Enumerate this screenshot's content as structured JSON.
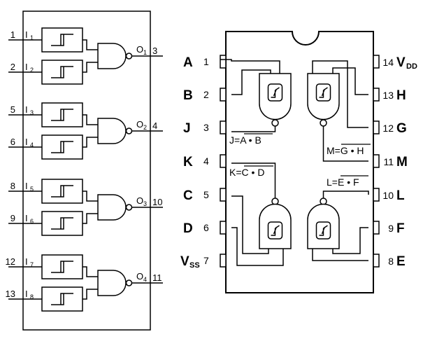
{
  "logic_diagram": {
    "gates": [
      {
        "in1_pin": "1",
        "in1_name": "I",
        "in1_sub": "1",
        "in2_pin": "2",
        "in2_name": "I",
        "in2_sub": "2",
        "out_name": "O",
        "out_sub": "1",
        "out_pin": "3"
      },
      {
        "in1_pin": "5",
        "in1_name": "I",
        "in1_sub": "3",
        "in2_pin": "6",
        "in2_name": "I",
        "in2_sub": "4",
        "out_name": "O",
        "out_sub": "2",
        "out_pin": "4"
      },
      {
        "in1_pin": "8",
        "in1_name": "I",
        "in1_sub": "5",
        "in2_pin": "9",
        "in2_name": "I",
        "in2_sub": "6",
        "out_name": "O",
        "out_sub": "3",
        "out_pin": "10"
      },
      {
        "in1_pin": "12",
        "in1_name": "I",
        "in1_sub": "7",
        "in2_pin": "13",
        "in2_name": "I",
        "in2_sub": "8",
        "out_name": "O",
        "out_sub": "4",
        "out_pin": "11"
      }
    ]
  },
  "connection_diagram": {
    "left_pins": [
      {
        "letter": "A",
        "num": "1"
      },
      {
        "letter": "B",
        "num": "2"
      },
      {
        "letter": "J",
        "num": "3"
      },
      {
        "letter": "K",
        "num": "4"
      },
      {
        "letter": "C",
        "num": "5"
      },
      {
        "letter": "D",
        "num": "6"
      },
      {
        "letter": "V",
        "sub": "SS",
        "num": "7"
      }
    ],
    "right_pins": [
      {
        "num": "14",
        "letter": "V",
        "sub": "DD"
      },
      {
        "num": "13",
        "letter": "H"
      },
      {
        "num": "12",
        "letter": "G"
      },
      {
        "num": "11",
        "letter": "M"
      },
      {
        "num": "10",
        "letter": "L"
      },
      {
        "num": "9",
        "letter": "F"
      },
      {
        "num": "8",
        "letter": "E"
      }
    ],
    "equations": {
      "j_lhs": "J=",
      "j_a": "A",
      "j_dot": " • ",
      "j_b": "B",
      "k_lhs": "K=",
      "k_a": "C",
      "k_dot": " • ",
      "k_b": "D",
      "l_lhs": "L=",
      "l_a": "E",
      "l_dot": " • ",
      "l_b": "F",
      "m_lhs": "M=",
      "m_a": "G",
      "m_dot": " • ",
      "m_b": "H"
    }
  }
}
